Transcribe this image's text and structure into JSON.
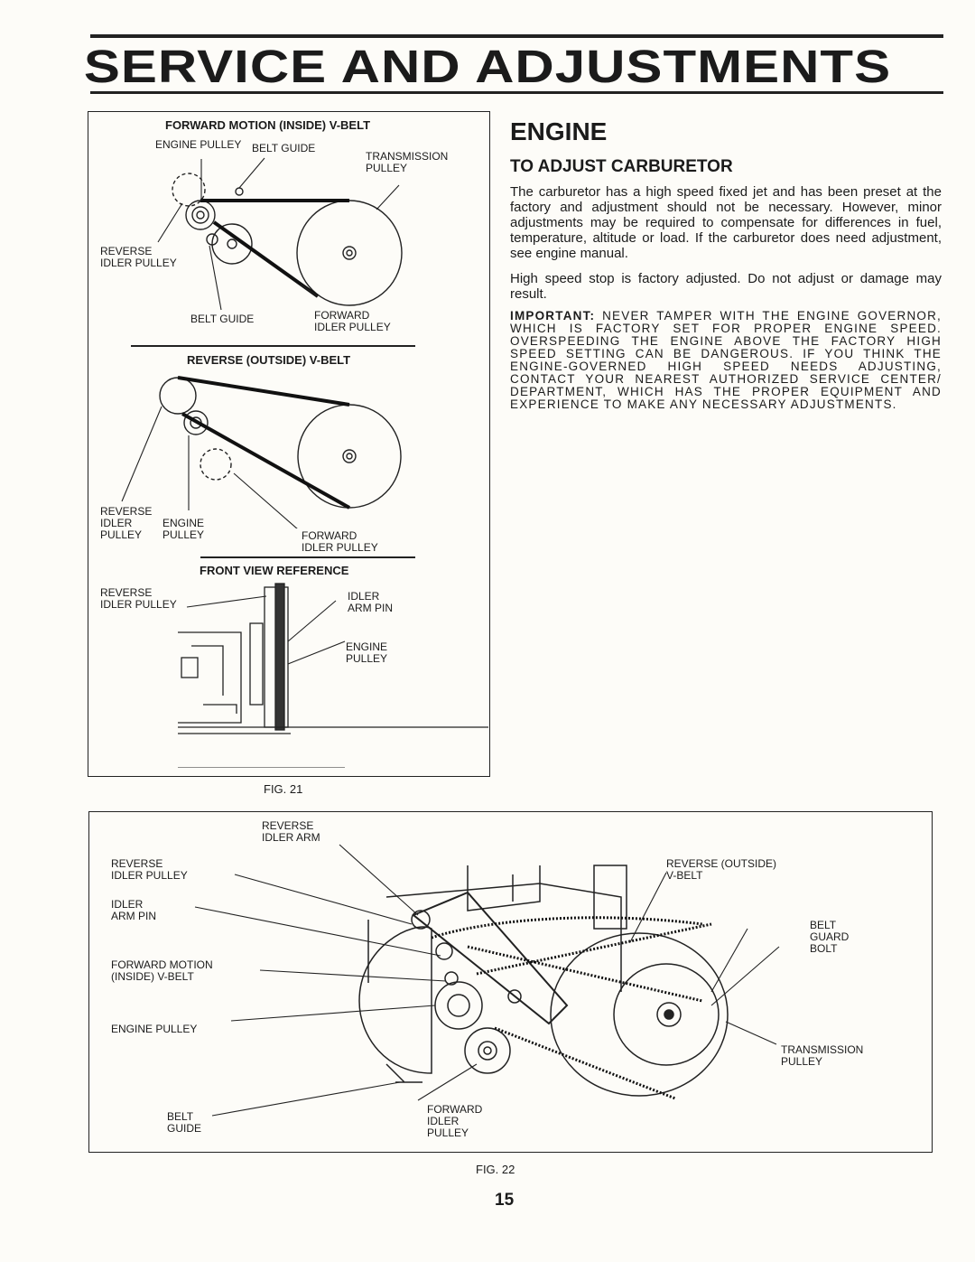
{
  "page": {
    "title": "SERVICE AND ADJUSTMENTS",
    "page_number": "15"
  },
  "fig21": {
    "caption": "FIG. 21",
    "panel1": {
      "heading": "FORWARD MOTION (INSIDE) V-BELT",
      "engine_pulley": "ENGINE PULLEY",
      "belt_guide_top": "BELT GUIDE",
      "transmission_pulley": "TRANSMISSION\nPULLEY",
      "reverse_idler_pulley": "REVERSE\nIDLER PULLEY",
      "belt_guide_bottom": "BELT GUIDE",
      "forward_idler_pulley": "FORWARD\nIDLER PULLEY"
    },
    "panel2": {
      "heading": "REVERSE (OUTSIDE) V-BELT",
      "reverse_idler_pulley": "REVERSE\nIDLER\nPULLEY",
      "engine_pulley": "ENGINE\nPULLEY",
      "forward_idler_pulley": "FORWARD\nIDLER PULLEY"
    },
    "panel3": {
      "heading": "FRONT VIEW REFERENCE",
      "reverse_idler_pulley": "REVERSE\nIDLER PULLEY",
      "idler_arm_pin": "IDLER\nARM PIN",
      "engine_pulley": "ENGINE\nPULLEY"
    }
  },
  "engine_section": {
    "heading": "ENGINE",
    "subheading": "TO ADJUST CARBURETOR",
    "para1": "The carburetor has a high speed fixed jet and has been preset at the factory and adjustment should not be necessary. However, minor adjustments may be required to compensate for differences in fuel, temperature, altitude or load. If the carburetor does need adjustment, see engine manual.",
    "para2": "High speed stop is factory adjusted. Do not adjust or damage may result.",
    "important_label": "IMPORTANT:",
    "important_text": "NEVER TAMPER WITH THE ENGINE GOVERNOR, WHICH IS FACTORY SET FOR PROPER ENGINE SPEED. OVERSPEEDING THE ENGINE ABOVE THE FACTORY HIGH SPEED SETTING CAN BE DANGEROUS. IF YOU THINK THE ENGINE-GOVERNED HIGH SPEED NEEDS ADJUSTING, CONTACT YOUR NEAREST AUTHORIZED SERVICE CENTER/ DEPARTMENT, WHICH HAS THE PROPER EQUIPMENT AND EXPERIENCE TO MAKE ANY NECESSARY ADJUSTMENTS."
  },
  "fig22": {
    "caption": "FIG. 22",
    "reverse_idler_arm": "REVERSE\nIDLER ARM",
    "reverse_idler_pulley": "REVERSE\nIDLER PULLEY",
    "idler_arm_pin": "IDLER\nARM PIN",
    "forward_motion_belt": "FORWARD MOTION\n(INSIDE) V-BELT",
    "engine_pulley": "ENGINE PULLEY",
    "belt_guide": "BELT\nGUIDE",
    "forward_idler_pulley": "FORWARD\nIDLER\nPULLEY",
    "reverse_outside_belt": "REVERSE (OUTSIDE)\nV-BELT",
    "belt_guard_bolt": "BELT\nGUARD\nBOLT",
    "transmission_pulley": "TRANSMISSION\nPULLEY"
  }
}
